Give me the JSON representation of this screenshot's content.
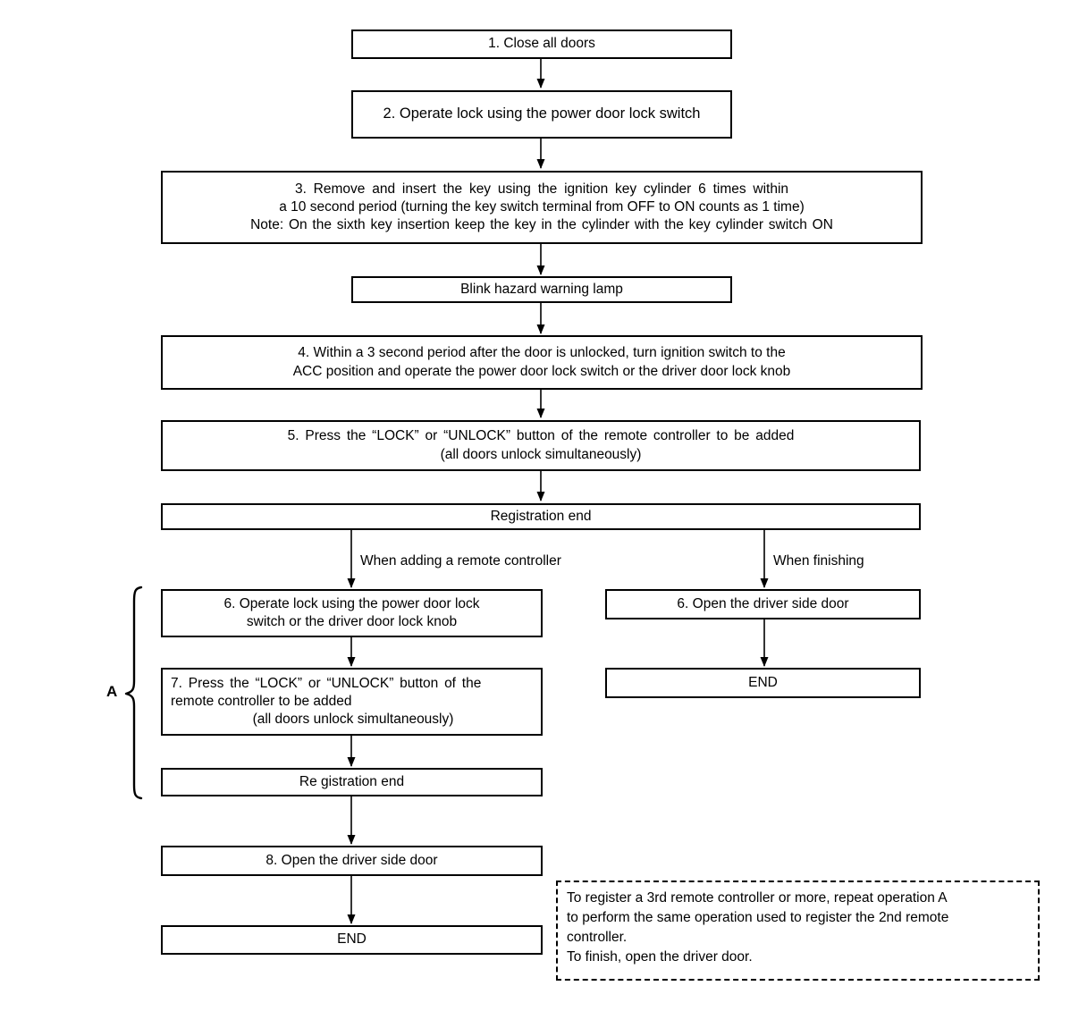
{
  "colors": {
    "background": "#ffffff",
    "line": "#000000",
    "text": "#000000"
  },
  "flow": {
    "step1": "1. Close all doors",
    "step2": "2. Operate lock using the power door lock switch",
    "step3_lines": [
      "3. Remove and insert the key using the ignition key cylinder 6 times within",
      "a 10 second period (turning the key switch terminal from OFF to ON counts as 1 time)",
      "Note: On the sixth key insertion keep the key in the cylinder with the key cylinder switch ON"
    ],
    "blink": "Blink hazard warning lamp",
    "step4_lines": [
      "4. Within a 3 second period after the door is unlocked, turn ignition switch to the",
      "ACC position and operate the power door lock switch or the driver door lock knob"
    ],
    "step5_lines": [
      "5. Press the “LOCK” or “UNLOCK” button of the remote controller to be added",
      "(all doors unlock simultaneously)"
    ],
    "registration_end": "Registration end",
    "branch_left_label": "When adding a remote controller",
    "branch_right_label": "When finishing",
    "step6_left_lines": [
      "6. Operate lock using the power door lock",
      "switch or the driver door lock knob"
    ],
    "step6_right": "6. Open the driver side door",
    "step7_lines": [
      "7. Press the “LOCK” or “UNLOCK” button of the",
      "remote controller to be added",
      "(all doors unlock simultaneously)"
    ],
    "registration_end_2": "Re gistration end",
    "step8": "8. Open the driver side door",
    "end_left": "END",
    "end_right": "END",
    "loop_label": "A",
    "note_lines": [
      "To register a 3rd remote controller or more, repeat operation A",
      "to perform the same operation used to register the 2nd remote",
      "controller.",
      "To finish, open the driver door."
    ]
  }
}
